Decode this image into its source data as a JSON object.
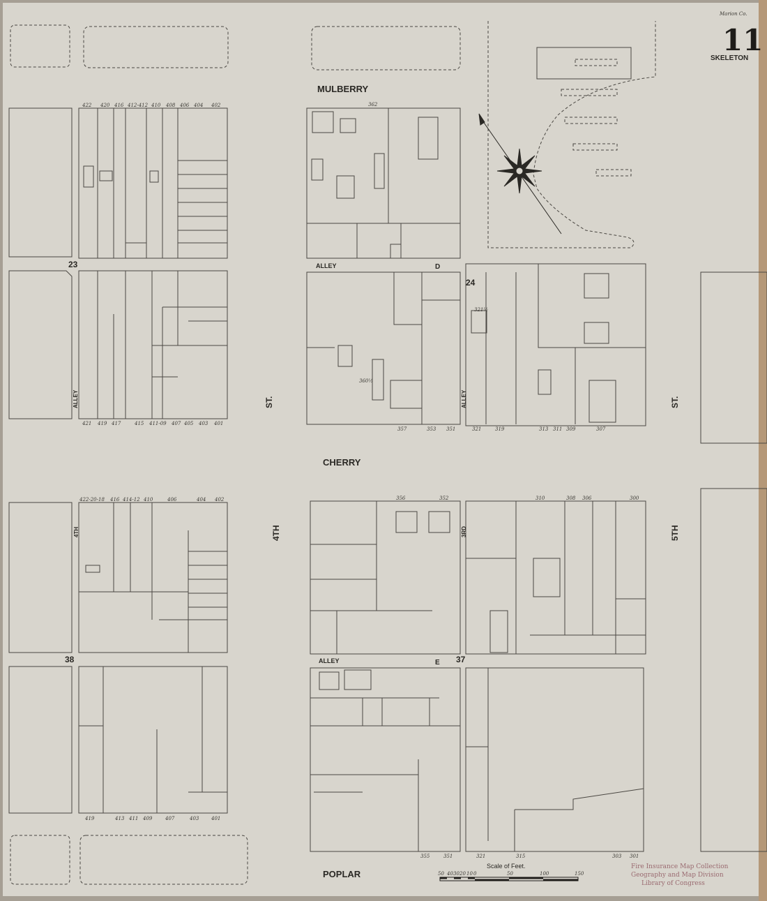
{
  "sheet": {
    "county_note": "Marion Co.",
    "sheet_number": "11",
    "title": "SKELETON",
    "paper_color": "#d8d5cd",
    "ink_color": "#3a3833"
  },
  "streets": {
    "mulberry": "MULBERRY",
    "cherry": "CHERRY",
    "poplar": "POPLAR",
    "fourth_a": "4TH",
    "fourth_b": "ST.",
    "fifth_a": "5TH",
    "fifth_b": "ST.",
    "third": "3RD",
    "fourth_small": "4TH"
  },
  "blocks": {
    "b23": "23",
    "b24": "24",
    "b37": "37",
    "b38": "38"
  },
  "alleys": {
    "a1": "ALLEY",
    "a2": "ALLEY",
    "a3": "ALLEY",
    "a4": "ALLEY",
    "d": "D",
    "e": "E"
  },
  "addresses": {
    "mulberry_top": [
      "422",
      "420",
      "416",
      "412-412",
      "410",
      "408",
      "406",
      "404",
      "402"
    ],
    "cherry_north_left": [
      "421",
      "419",
      "417",
      "415",
      "411-09",
      "407",
      "405",
      "403",
      "401"
    ],
    "cherry_north_mid": [
      "357",
      "353",
      "351"
    ],
    "cherry_north_right": [
      "321",
      "319",
      "313",
      "311",
      "309",
      "307"
    ],
    "cherry_south_left": [
      "422-20-18",
      "416",
      "414-12",
      "410",
      "406",
      "404",
      "402"
    ],
    "cherry_south_mid": [
      "356",
      "352"
    ],
    "cherry_south_right": [
      "310",
      "308",
      "306",
      "300"
    ],
    "poplar_left": [
      "419",
      "413",
      "411",
      "409",
      "407",
      "403",
      "401"
    ],
    "poplar_mid": [
      "355",
      "351"
    ],
    "poplar_right": [
      "321",
      "315",
      "303",
      "301"
    ],
    "mulberry_mid": [
      "362"
    ],
    "mid_half": "360½",
    "alley_half": "321½"
  },
  "scale": {
    "title": "Scale of Feet.",
    "ticks": [
      "50",
      "40",
      "30",
      "20",
      "10",
      "0",
      "50",
      "100",
      "150"
    ]
  },
  "stamp": {
    "line1": "Fire Insurance Map Collection",
    "line2": "Geography and Map Division",
    "line3": "Library of Congress"
  }
}
